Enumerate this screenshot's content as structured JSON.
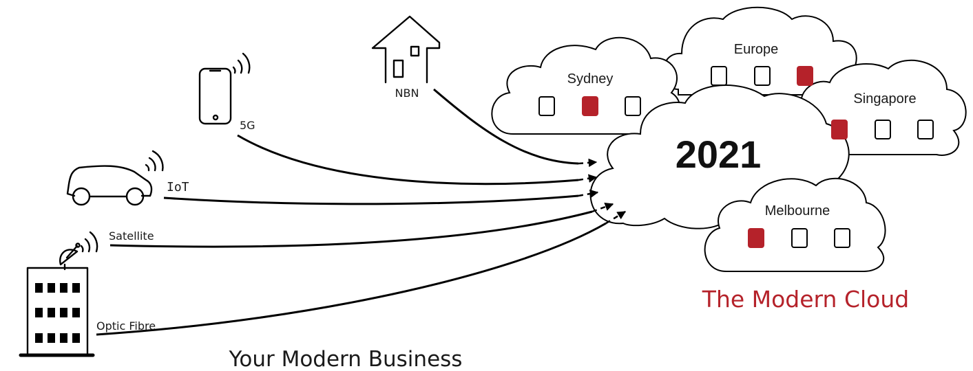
{
  "sources": {
    "nbn": "NBN",
    "fiveg": "5G",
    "iot": "IoT",
    "satellite": "Satellite",
    "fibre": "Optic Fibre"
  },
  "clouds": {
    "main": "2021",
    "sydney": {
      "label": "Sydney",
      "servers": [
        false,
        true,
        false
      ]
    },
    "europe": {
      "label": "Europe",
      "servers": [
        false,
        false,
        true
      ]
    },
    "singapore": {
      "label": "Singapore",
      "servers": [
        true,
        false,
        false
      ]
    },
    "melbourne": {
      "label": "Melbourne",
      "servers": [
        true,
        false,
        false
      ]
    }
  },
  "captions": {
    "cloud": "The Modern Cloud",
    "business": "Your Modern Business"
  },
  "colors": {
    "accent": "#b5222a",
    "line": "#000000"
  }
}
